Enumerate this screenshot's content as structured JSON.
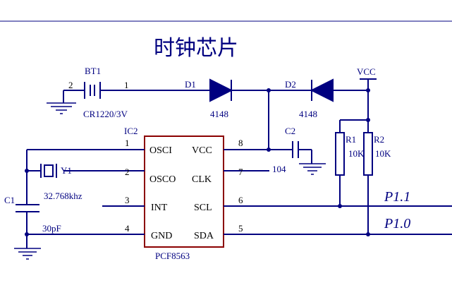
{
  "title": "时钟芯片",
  "battery": {
    "ref": "BT1",
    "value": "CR1220/3V",
    "pin_left": "2",
    "pin_right": "1"
  },
  "diode1": {
    "ref": "D1",
    "value": "4148"
  },
  "diode2": {
    "ref": "D2",
    "value": "4148"
  },
  "vcc": {
    "label": "VCC"
  },
  "ic": {
    "ref": "IC2",
    "part": "PCF8563",
    "pins": [
      {
        "num": "1",
        "name": "OSCI"
      },
      {
        "num": "2",
        "name": "OSCO"
      },
      {
        "num": "3",
        "name": "INT"
      },
      {
        "num": "4",
        "name": "GND"
      },
      {
        "num": "8",
        "name": "VCC"
      },
      {
        "num": "7",
        "name": "CLK"
      },
      {
        "num": "6",
        "name": "SCL"
      },
      {
        "num": "5",
        "name": "SDA"
      }
    ]
  },
  "crystal": {
    "ref": "Y1",
    "value": "32.768khz"
  },
  "c1": {
    "ref": "C1",
    "value": "30pF"
  },
  "c2": {
    "ref": "C2",
    "value": "104"
  },
  "r1": {
    "ref": "R1",
    "value": "10K"
  },
  "r2": {
    "ref": "R2",
    "value": "10K"
  },
  "nets": {
    "p11": "P1.1",
    "p10": "P1.0"
  },
  "colors": {
    "wire": "#000080",
    "ic_outline": "#8b0000",
    "background": "#ffffff"
  }
}
